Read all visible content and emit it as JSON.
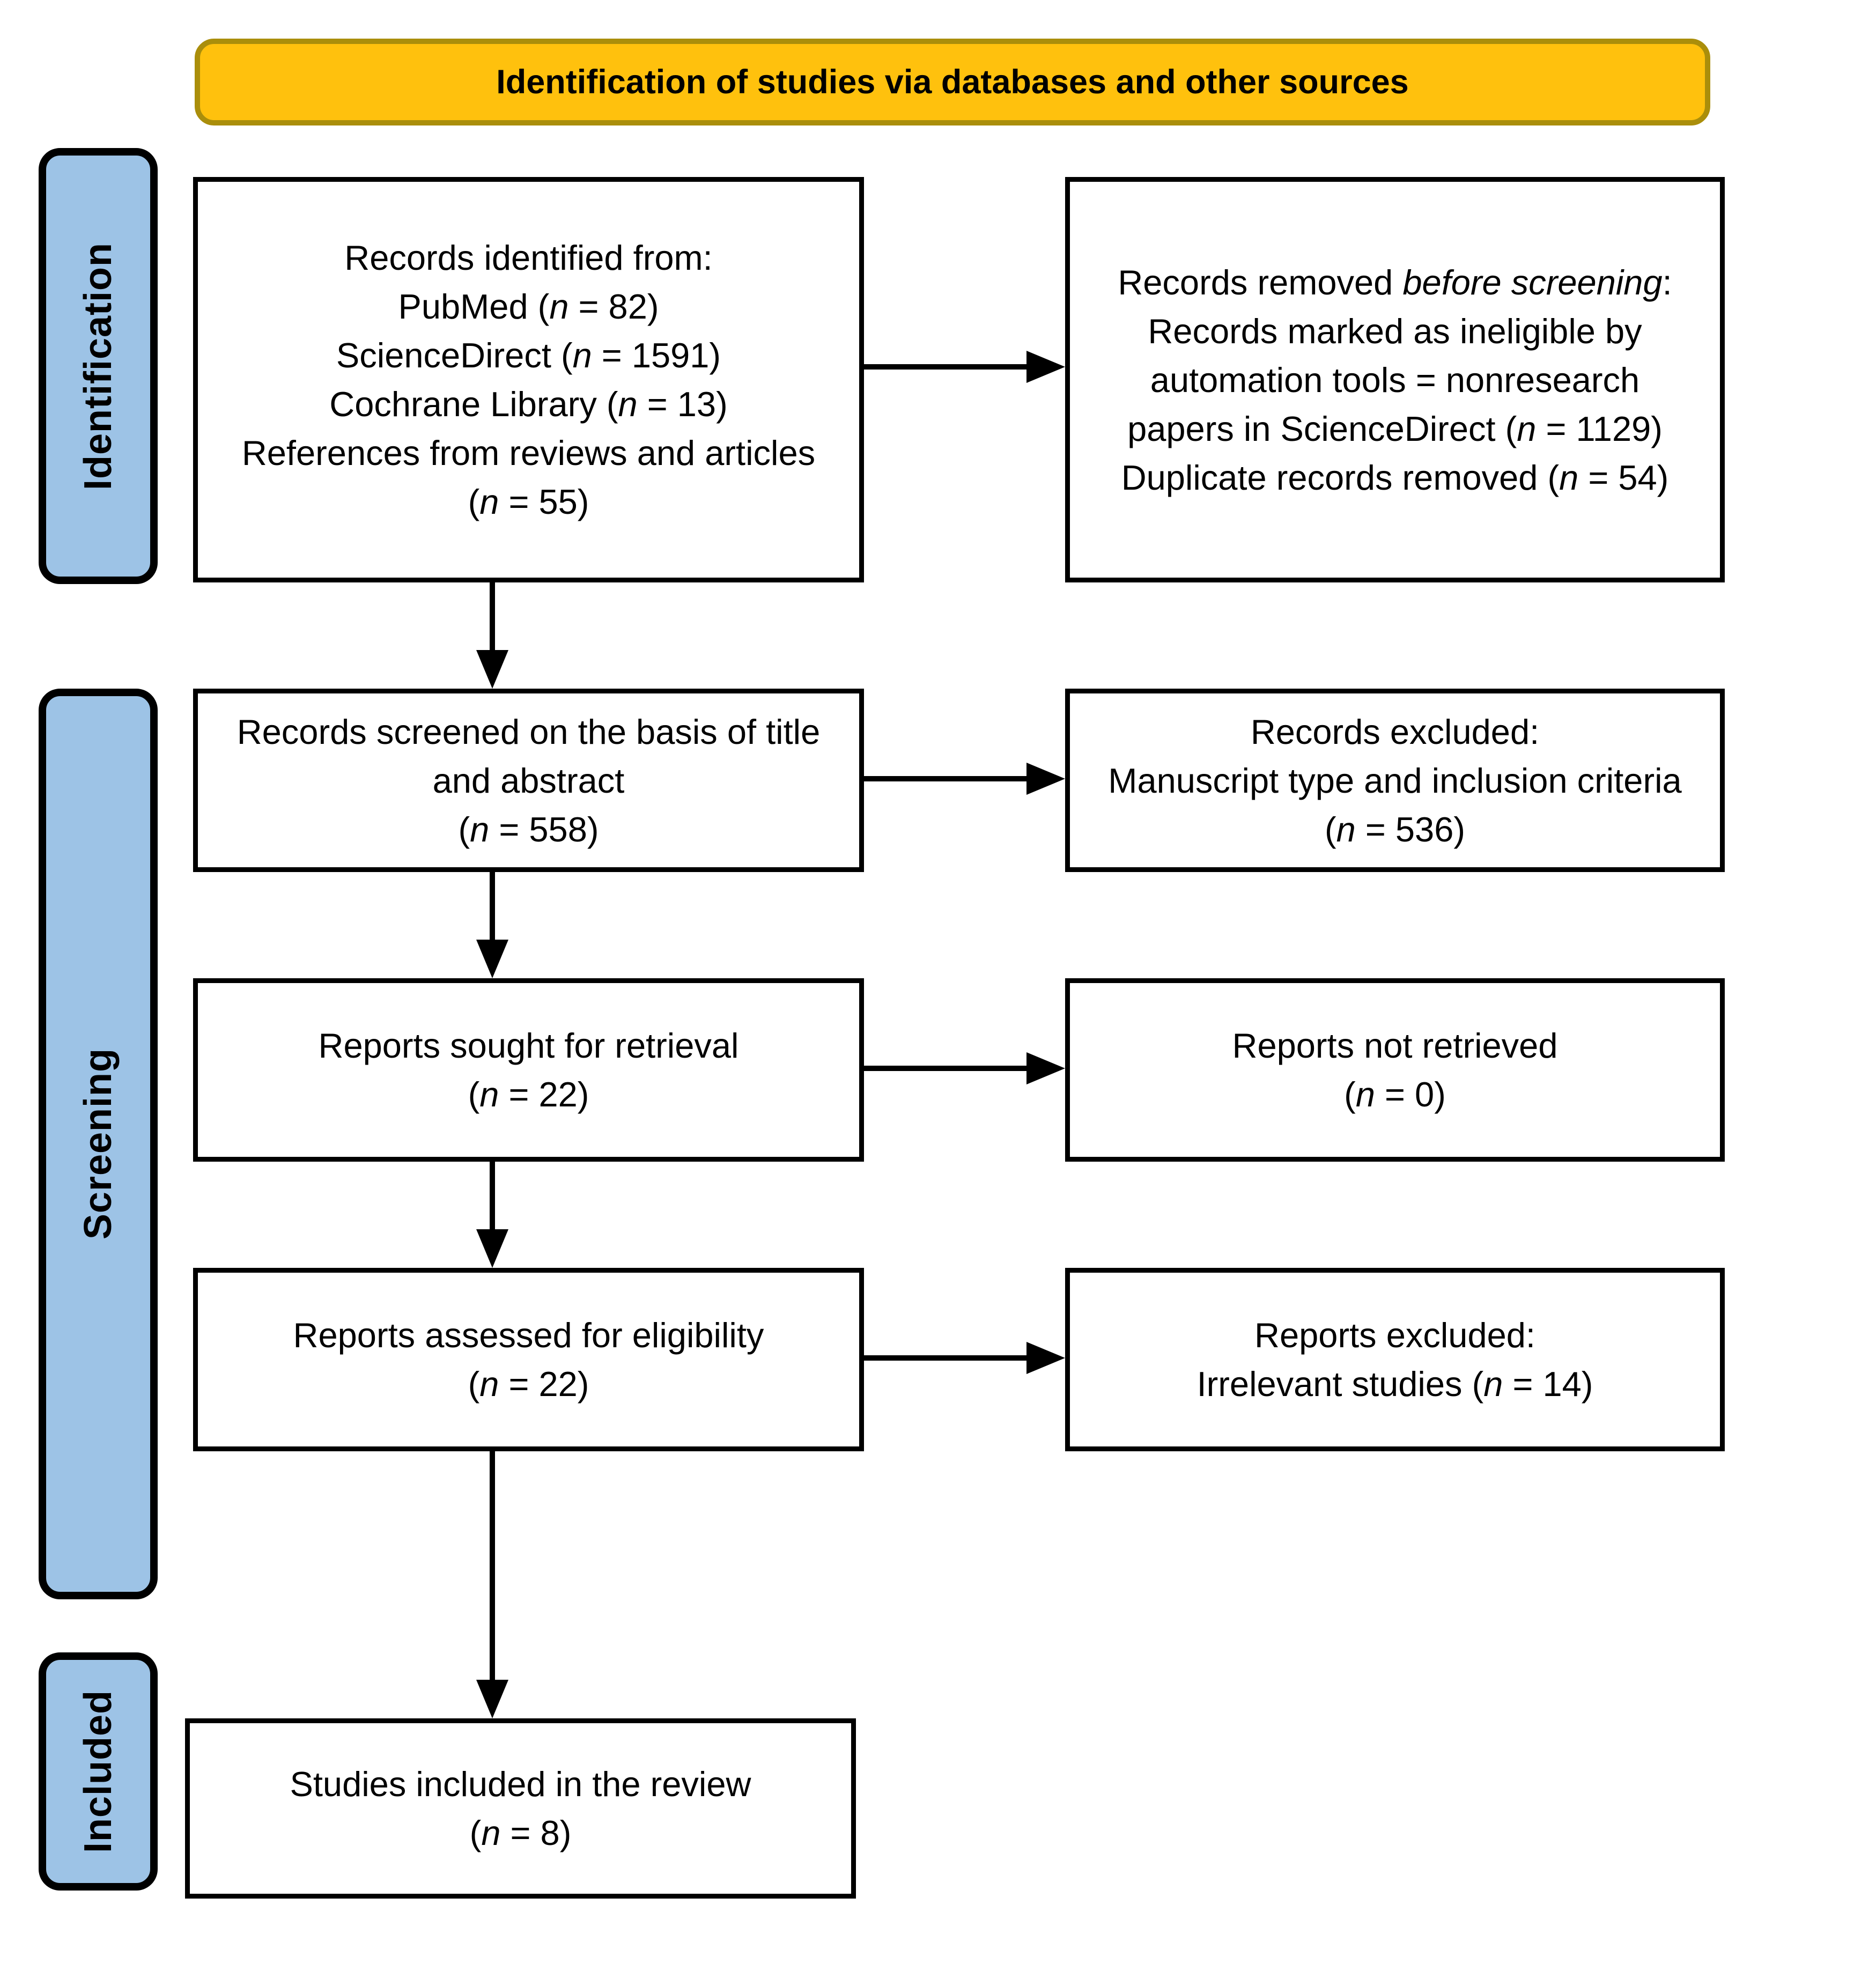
{
  "diagram": {
    "title": "Identification of studies via databases and other sources",
    "stages": {
      "identification": "Identification",
      "screening": "Screening",
      "included": "Included"
    },
    "boxes": {
      "records_identified": {
        "lines": [
          "Records identified from:",
          "PubMed (*n* = 82)",
          "ScienceDirect (*n* = 1591)",
          "Cochrane Library (*n* = 13)",
          "References from reviews and articles (*n* = 55)"
        ]
      },
      "records_removed": {
        "lines": [
          "Records removed *before screening*:",
          "Records marked as ineligible by automation tools = nonresearch papers in ScienceDirect (*n* = 1129)",
          "Duplicate records removed (*n* = 54)"
        ]
      },
      "records_screened": {
        "lines": [
          "Records screened on the basis of title and abstract",
          "(*n* = 558)"
        ]
      },
      "records_excluded": {
        "lines": [
          "Records excluded:",
          "Manuscript type and inclusion criteria (*n* = 536)"
        ]
      },
      "reports_sought": {
        "lines": [
          "Reports sought for retrieval",
          "(*n* = 22)"
        ]
      },
      "reports_not_retrieved": {
        "lines": [
          "Reports not retrieved",
          "(*n* = 0)"
        ]
      },
      "reports_assessed": {
        "lines": [
          "Reports assessed for eligibility",
          "(*n* = 22)"
        ]
      },
      "reports_excluded": {
        "lines": [
          "Reports excluded:",
          "Irrelevant studies (*n* = 14)"
        ]
      },
      "studies_included": {
        "lines": [
          "Studies included in the review",
          "(*n* = 8)"
        ]
      }
    },
    "colors": {
      "title_fill": "#FFC10D",
      "title_border": "#AA8E0B",
      "stage_fill": "#9DC3E6",
      "line_color": "#000000"
    }
  }
}
